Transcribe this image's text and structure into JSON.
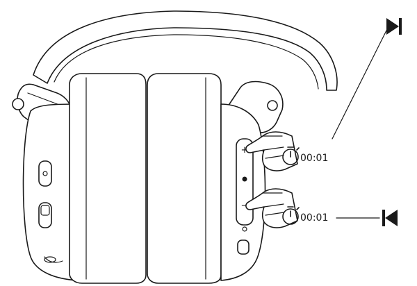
{
  "callouts": [
    {
      "id": "volume-up-hold",
      "duration": "00:01",
      "action_icon": "next-track-icon"
    },
    {
      "id": "volume-down-hold",
      "duration": "00:01",
      "action_icon": "previous-track-icon"
    }
  ],
  "buttons": {
    "plus_symbol": "+",
    "minus_symbol": "−"
  },
  "colors": {
    "ink": "#1a1a1a",
    "background": "#ffffff"
  }
}
